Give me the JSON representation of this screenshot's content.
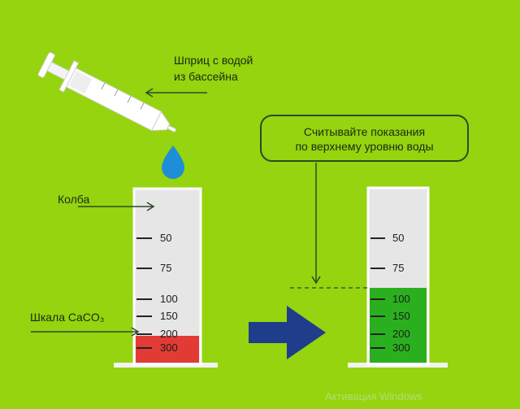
{
  "labels": {
    "syringe": [
      "Шприц с водой",
      "из бассейна"
    ],
    "flask": "Колба",
    "scale": "Шкала CaCO₃",
    "instruction": [
      "Считывайте показания",
      "по верхнему уровню воды"
    ]
  },
  "scale_ticks": [
    "50",
    "75",
    "100",
    "150",
    "200",
    "300"
  ],
  "watermark": "Активация Windows",
  "colors": {
    "background": "#95d40e",
    "flask_glass": "#e6e6e6",
    "liquid_left": "#e23b35",
    "liquid_right": "#2ab01e",
    "arrow": "#1f3d8a",
    "water_drop": "#1e8fd6"
  }
}
